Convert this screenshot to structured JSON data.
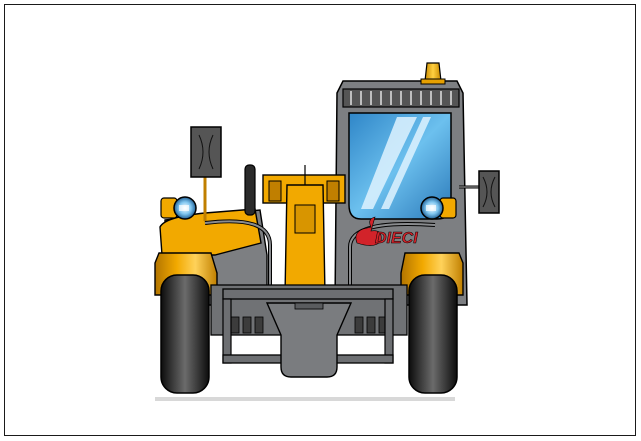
{
  "brand": {
    "logo_text": "DIECI"
  },
  "vehicle": {
    "view": "front",
    "type": "telescopic-handler"
  },
  "colors": {
    "body": "#f2a900",
    "body_shade": "#c07f00",
    "metal": "#808285",
    "metal_dark": "#5e6063",
    "tire": "#1e1e1e",
    "glass": "#4fa3dc",
    "beacon": "#f2a900",
    "brand_red": "#d2232a",
    "outline": "#000000"
  }
}
